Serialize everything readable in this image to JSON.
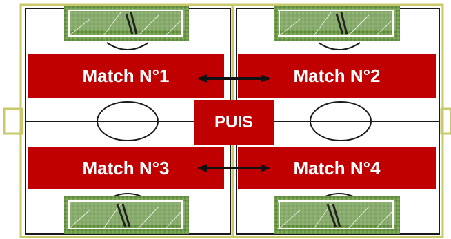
{
  "matches": [
    {
      "label": "Match N°1"
    },
    {
      "label": "Match N°2"
    },
    {
      "label": "Match N°3"
    },
    {
      "label": "Match N°4"
    }
  ],
  "separator_label": "PUIS",
  "colors": {
    "banner": "#c00000",
    "field_line": "#1a1a1a",
    "border": "#c9c86a",
    "goal_turf": "#6f9a4c",
    "arrow": "#111111"
  },
  "icons": [
    "goal-net-icon",
    "double-arrow-icon"
  ]
}
